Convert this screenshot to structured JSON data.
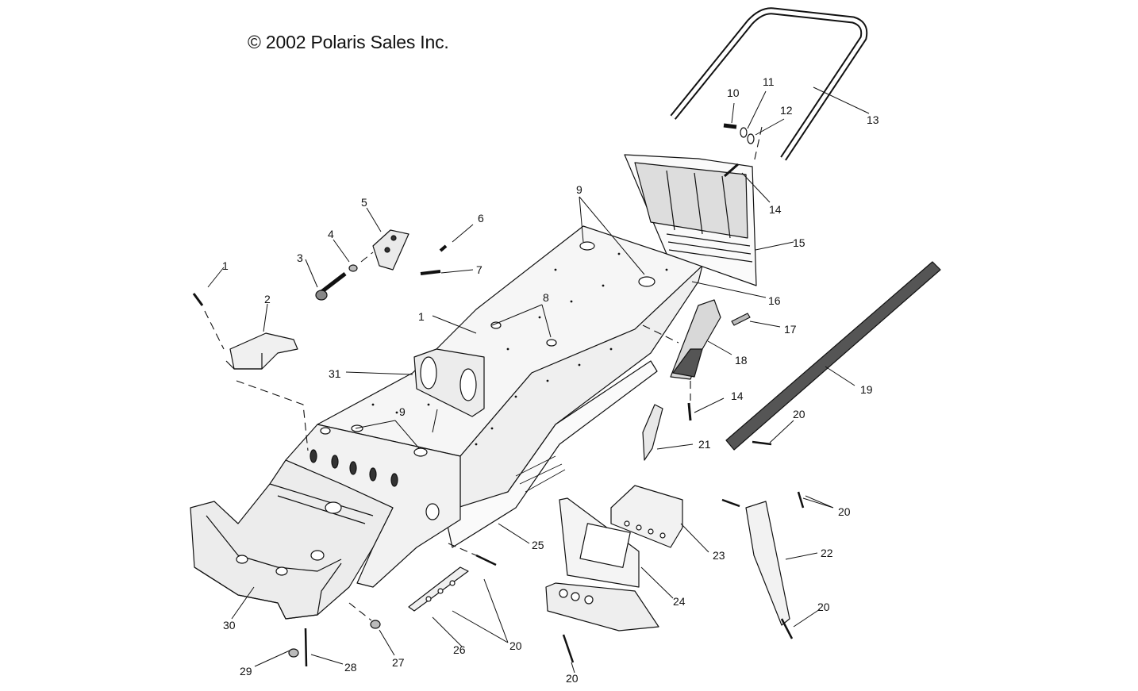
{
  "copyright": "© 2002 Polaris Sales Inc.",
  "callouts": {
    "c1a": "1",
    "c1b": "1",
    "c2": "2",
    "c3": "3",
    "c4": "4",
    "c5": "5",
    "c6": "6",
    "c7": "7",
    "c8": "8",
    "c9a": "9",
    "c9b": "9",
    "c10": "10",
    "c11": "11",
    "c12": "12",
    "c13": "13",
    "c14a": "14",
    "c14b": "14",
    "c15": "15",
    "c16": "16",
    "c17": "17",
    "c18": "18",
    "c19": "19",
    "c20a": "20",
    "c20b": "20",
    "c20c": "20",
    "c20d": "20",
    "c20e": "20",
    "c21": "21",
    "c22": "22",
    "c23": "23",
    "c24": "24",
    "c25": "25",
    "c26": "26",
    "c27": "27",
    "c28": "28",
    "c29": "29",
    "c30": "30",
    "c31": "31"
  },
  "colors": {
    "line": "#111111",
    "background": "#ffffff",
    "part_fill": "#f4f4f4",
    "dark_fill": "#333333"
  }
}
